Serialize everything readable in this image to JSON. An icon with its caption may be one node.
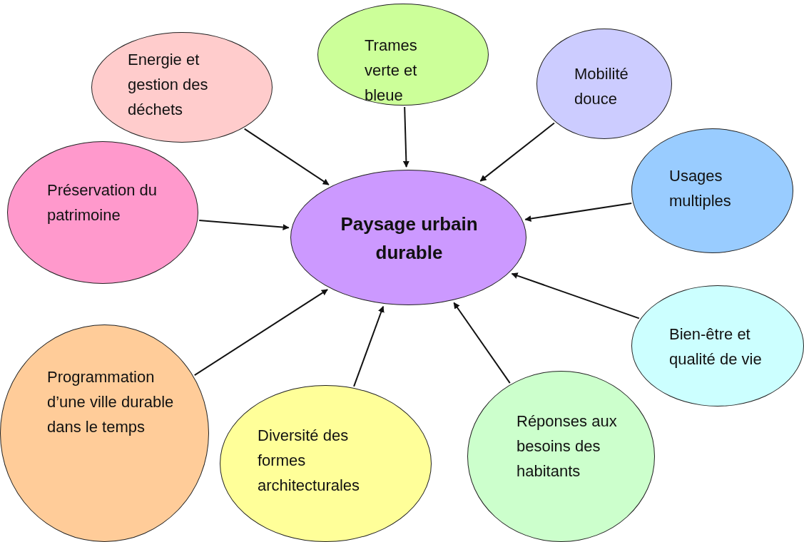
{
  "diagram": {
    "nodes": [
      {
        "text": [
          "Energie et gestion des déchets"
        ]
      },
      {
        "text": [
          "Trames verte et bleue"
        ]
      },
      {
        "text": [
          "Mobilité douce"
        ]
      },
      {
        "text": [
          "Usages multiples"
        ]
      },
      {
        "text": [
          "Préservation du patrimoine"
        ]
      },
      {
        "text": [
          "Paysage urbain durable"
        ]
      },
      {
        "text": [
          "Bien-être et qualité de vie"
        ]
      },
      {
        "text": [
          "Programmation d’une ville durable dans le temps"
        ]
      },
      {
        "text": [
          "Diversité des formes architecturales"
        ]
      },
      {
        "text": [
          "Réponses aux besoins des habitants"
        ]
      }
    ],
    "edges": [
      {
        "from": 0,
        "to": 5,
        "arrow": "to"
      },
      {
        "from": 1,
        "to": 5,
        "arrow": "to"
      },
      {
        "from": 2,
        "to": 5,
        "arrow": "to"
      },
      {
        "from": 3,
        "to": 5,
        "arrow": "to"
      },
      {
        "from": 4,
        "to": 5,
        "arrow": "to"
      },
      {
        "from": 6,
        "to": 5,
        "arrow": "to"
      },
      {
        "from": 7,
        "to": 5,
        "arrow": "to"
      },
      {
        "from": 8,
        "to": 5,
        "arrow": "to"
      },
      {
        "from": 9,
        "to": 5,
        "arrow": "to"
      }
    ]
  }
}
